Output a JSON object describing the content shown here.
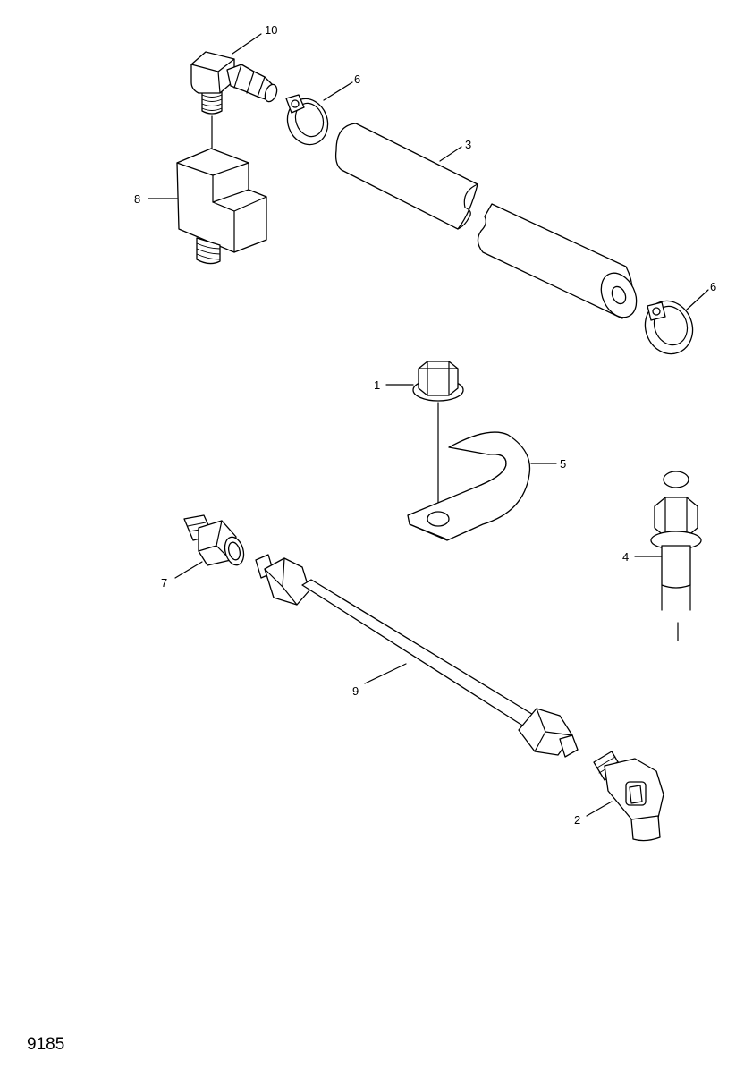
{
  "figure_number": "9185",
  "callouts": {
    "c1": "1",
    "c2": "2",
    "c3": "3",
    "c4": "4",
    "c5": "5",
    "c6a": "6",
    "c6b": "6",
    "c7": "7",
    "c8": "8",
    "c9": "9",
    "c10": "10"
  }
}
